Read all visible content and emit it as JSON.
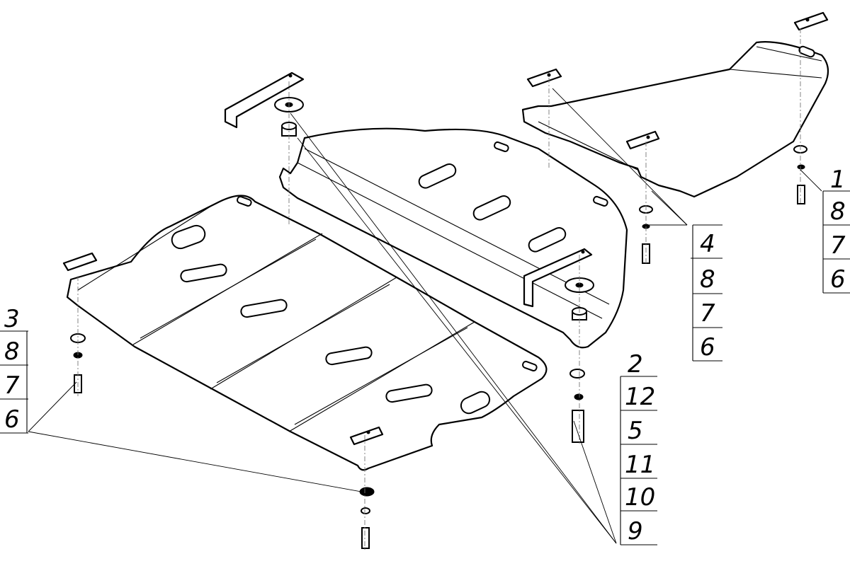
{
  "callouts": [
    {
      "id": "group-1",
      "numbers": [
        "1",
        "8",
        "7",
        "6"
      ]
    },
    {
      "id": "group-2",
      "numbers": [
        "2",
        "12",
        "5",
        "11",
        "10",
        "9"
      ]
    },
    {
      "id": "group-3",
      "numbers": [
        "3",
        "8",
        "7",
        "6"
      ]
    },
    {
      "id": "group-4",
      "numbers": [
        "4",
        "8",
        "7",
        "6"
      ]
    }
  ]
}
